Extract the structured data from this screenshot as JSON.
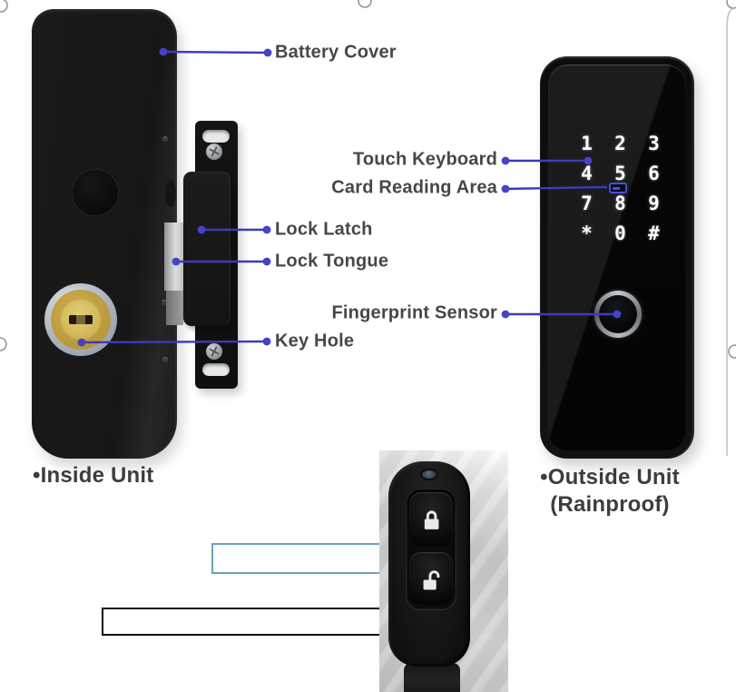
{
  "colors": {
    "callout_line": "#3c3cb8",
    "callout_dot": "#4444c4",
    "label_text": "#45474a",
    "caption_text": "#3b3d3f",
    "teal_box_border": "#6da3b2",
    "black_box_border": "#101010",
    "keypad_digit": "#ffffff",
    "card_icon_blue": "#4353d6",
    "keyhole_gold": "#c9a84e",
    "device_black": "#141414",
    "photo_background": "#c9c9c9"
  },
  "callouts": {
    "left": [
      {
        "label": "Battery Cover"
      },
      {
        "label": "Lock Latch"
      },
      {
        "label": "Lock Tongue"
      },
      {
        "label": "Key Hole"
      }
    ],
    "right": [
      {
        "label": "Touch Keyboard"
      },
      {
        "label": "Card Reading Area"
      },
      {
        "label": "Fingerprint Sensor"
      }
    ]
  },
  "captions": {
    "inside_unit": "•Inside Unit",
    "outside_unit_line1": "•Outside Unit",
    "outside_unit_line2": "(Rainproof)"
  },
  "keypad": {
    "keys": [
      "1",
      "2",
      "3",
      "4",
      "5",
      "6",
      "7",
      "8",
      "9",
      "*",
      "0",
      "#"
    ]
  },
  "remote": {
    "buttons": [
      {
        "icon": "lock-closed-icon"
      },
      {
        "icon": "lock-open-icon"
      }
    ],
    "indicator": "led-indicator"
  },
  "annotation_boxes": [
    {
      "style": "teal",
      "text": ""
    },
    {
      "style": "black",
      "text": ""
    }
  ]
}
